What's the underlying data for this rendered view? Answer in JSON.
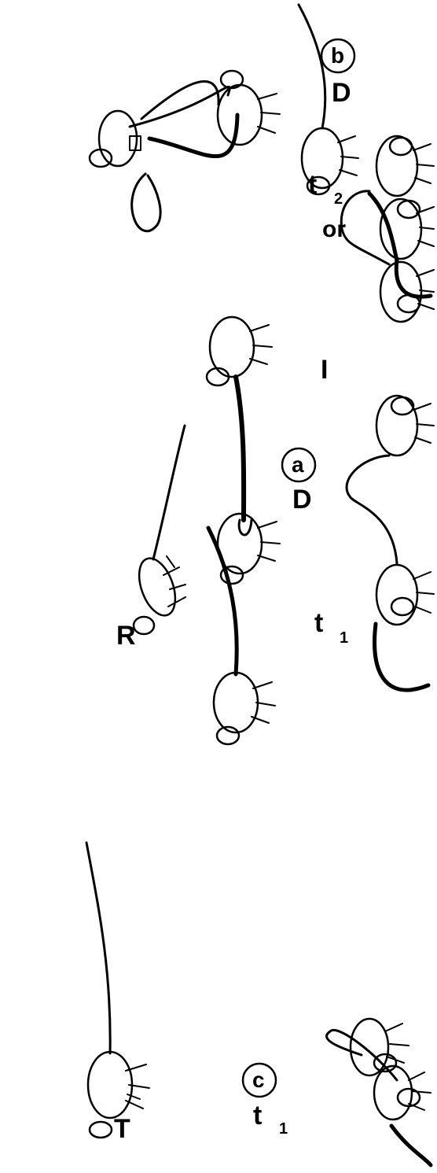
{
  "figure": {
    "labels": {
      "T": "T",
      "R": "R",
      "a_marker": "a",
      "a_D": "D",
      "b_marker": "b",
      "b_D": "D",
      "or": "or",
      "c_marker": "c",
      "c_t1": "t",
      "c_t1_sub": "1",
      "t1": "t",
      "t1_sub": "1",
      "I": "I",
      "t2": "t",
      "t2_sub": "2"
    }
  }
}
